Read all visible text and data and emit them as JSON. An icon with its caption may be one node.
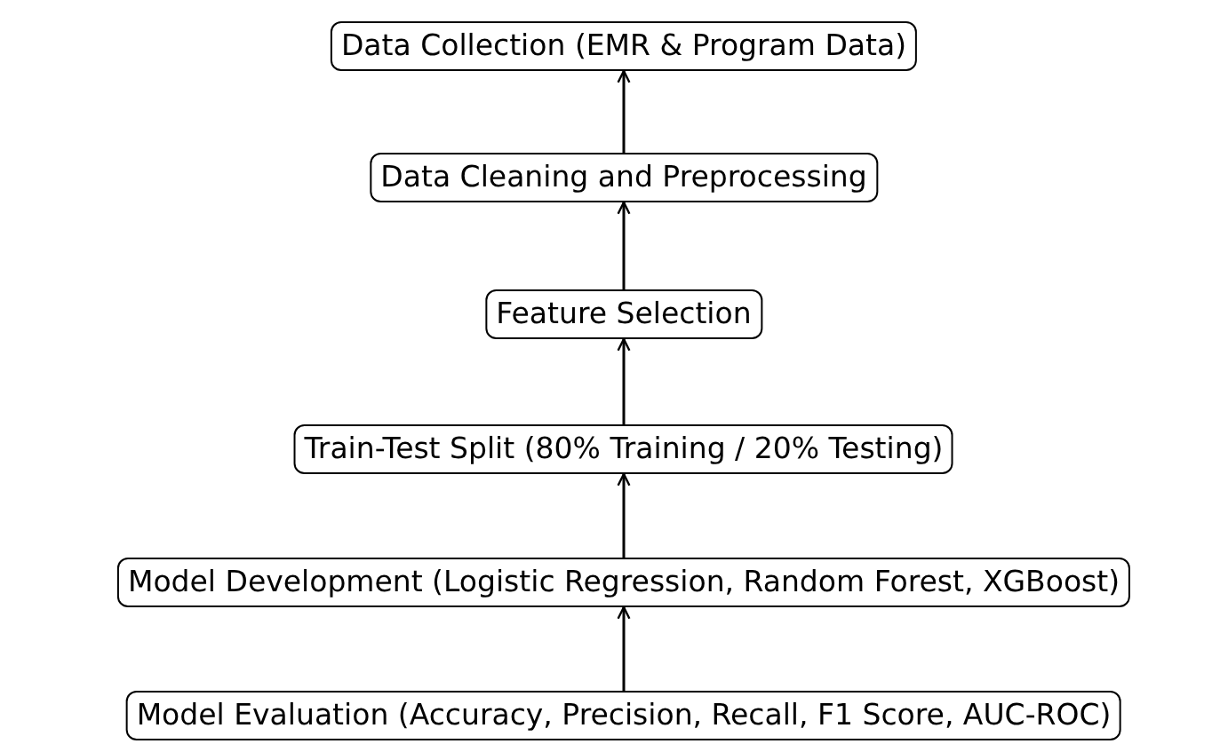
{
  "diagram": {
    "nodes": [
      {
        "text": [
          "Data Collection (EMR & Program Data)"
        ]
      },
      {
        "text": [
          "Data Cleaning and Preprocessing"
        ]
      },
      {
        "text": [
          "Feature Selection"
        ]
      },
      {
        "text": [
          "Train-Test Split (80% Training / 20% Testing)"
        ]
      },
      {
        "text": [
          "Model Development (Logistic Regression, Random Forest, XGBoost)"
        ]
      },
      {
        "text": [
          "Model Evaluation (Accuracy, Precision, Recall, F1 Score, AUC-ROC)"
        ]
      }
    ],
    "edges": [
      {
        "from": 1,
        "to": 0,
        "arrow": "to"
      },
      {
        "from": 2,
        "to": 1,
        "arrow": "to"
      },
      {
        "from": 3,
        "to": 2,
        "arrow": "to"
      },
      {
        "from": 4,
        "to": 3,
        "arrow": "to"
      },
      {
        "from": 5,
        "to": 4,
        "arrow": "to"
      }
    ]
  }
}
